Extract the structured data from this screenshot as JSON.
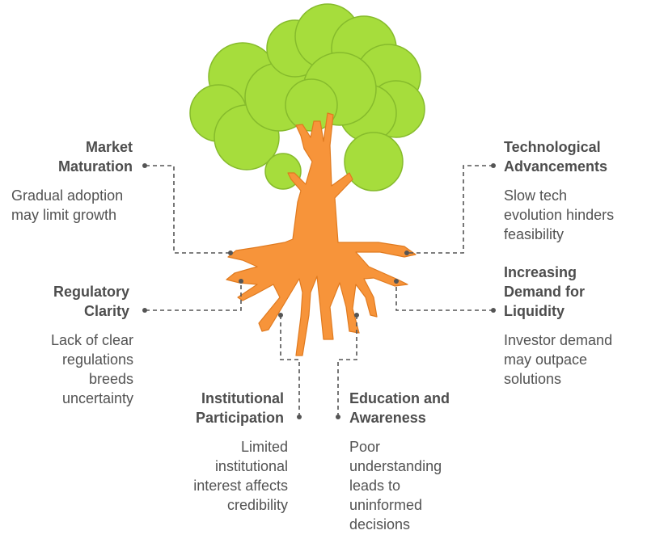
{
  "colors": {
    "foliage": "#a6dd3c",
    "foliage_stroke": "#7fb52a",
    "trunk": "#f7943a",
    "trunk_stroke": "#e07a1f",
    "connector": "#555555",
    "title_text": "#4d4d4d",
    "desc_text": "#525252"
  },
  "factors": [
    {
      "id": "market-maturation",
      "title_lines": [
        "Market",
        "Maturation"
      ],
      "desc_lines": [
        "Gradual adoption",
        "may limit growth"
      ]
    },
    {
      "id": "technological-advancements",
      "title_lines": [
        "Technological",
        "Advancements"
      ],
      "desc_lines": [
        "Slow tech",
        "evolution hinders",
        "feasibility"
      ]
    },
    {
      "id": "regulatory-clarity",
      "title_lines": [
        "Regulatory",
        "Clarity"
      ],
      "desc_lines": [
        "Lack of clear",
        "regulations",
        "breeds",
        "uncertainty"
      ]
    },
    {
      "id": "increasing-demand",
      "title_lines": [
        "Increasing",
        "Demand for",
        "Liquidity"
      ],
      "desc_lines": [
        "Investor demand",
        "may outpace",
        "solutions"
      ]
    },
    {
      "id": "institutional-participation",
      "title_lines": [
        "Institutional",
        "Participation"
      ],
      "desc_lines": [
        "Limited",
        "institutional",
        "interest affects",
        "credibility"
      ]
    },
    {
      "id": "education-awareness",
      "title_lines": [
        "Education and",
        "Awareness"
      ],
      "desc_lines": [
        "Poor",
        "understanding",
        "leads to",
        "uninformed",
        "decisions"
      ]
    }
  ]
}
